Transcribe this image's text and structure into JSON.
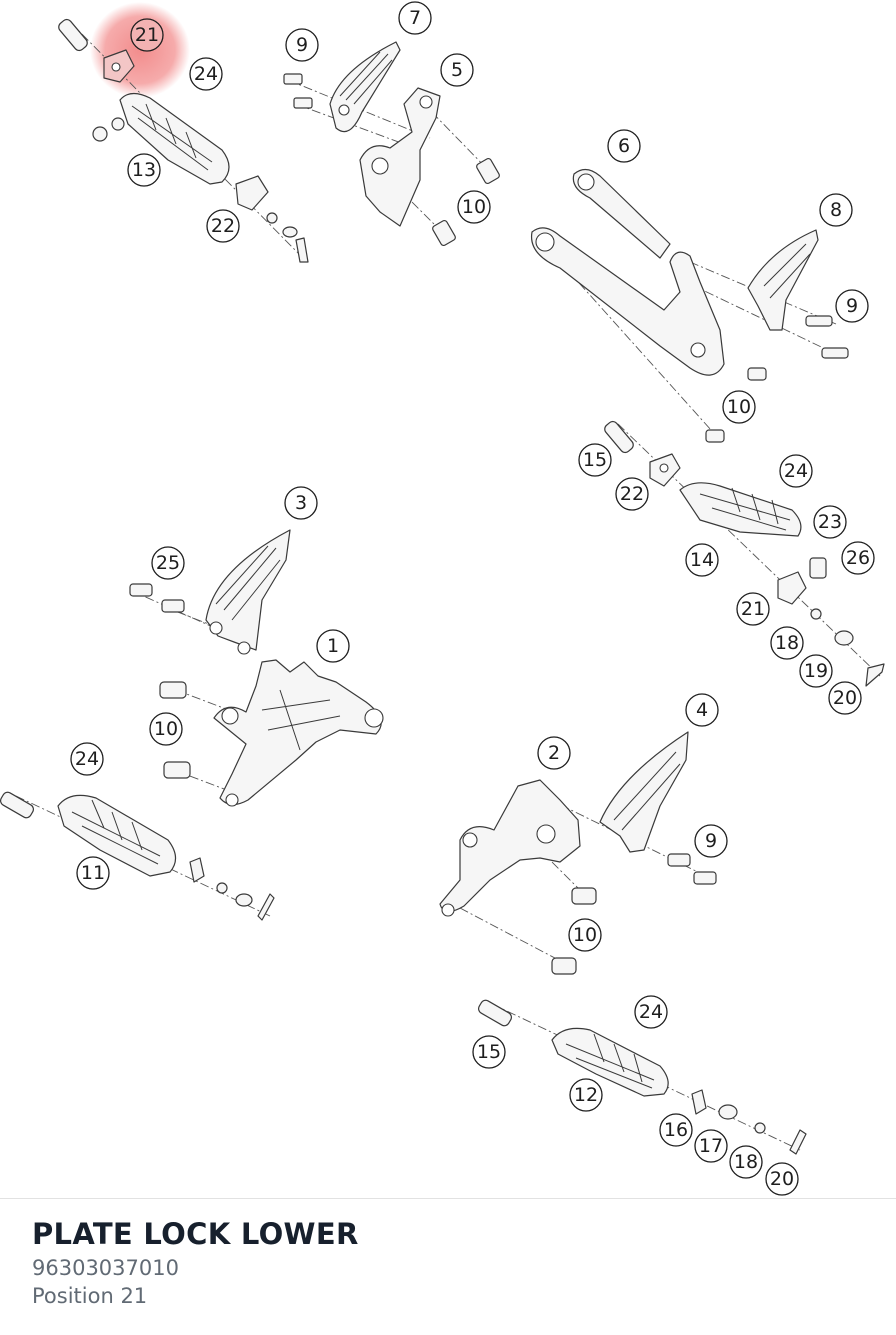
{
  "highlight_color": "#ee6666",
  "diagram": {
    "callouts": [
      {
        "label": "21",
        "highlighted": true
      },
      {
        "label": "24"
      },
      {
        "label": "13"
      },
      {
        "label": "22"
      },
      {
        "label": "9"
      },
      {
        "label": "7"
      },
      {
        "label": "5"
      },
      {
        "label": "10"
      },
      {
        "label": "6"
      },
      {
        "label": "8"
      },
      {
        "label": "9"
      },
      {
        "label": "10"
      },
      {
        "label": "15"
      },
      {
        "label": "22"
      },
      {
        "label": "24"
      },
      {
        "label": "23"
      },
      {
        "label": "14"
      },
      {
        "label": "26"
      },
      {
        "label": "21"
      },
      {
        "label": "18"
      },
      {
        "label": "19"
      },
      {
        "label": "20"
      },
      {
        "label": "3"
      },
      {
        "label": "25"
      },
      {
        "label": "1"
      },
      {
        "label": "10"
      },
      {
        "label": "24"
      },
      {
        "label": "11"
      },
      {
        "label": "4"
      },
      {
        "label": "2"
      },
      {
        "label": "9"
      },
      {
        "label": "10"
      },
      {
        "label": "24"
      },
      {
        "label": "15"
      },
      {
        "label": "12"
      },
      {
        "label": "16"
      },
      {
        "label": "17"
      },
      {
        "label": "18"
      },
      {
        "label": "20"
      }
    ]
  },
  "part": {
    "title": "PLATE LOCK LOWER",
    "number": "96303037010",
    "position": "Position 21"
  }
}
